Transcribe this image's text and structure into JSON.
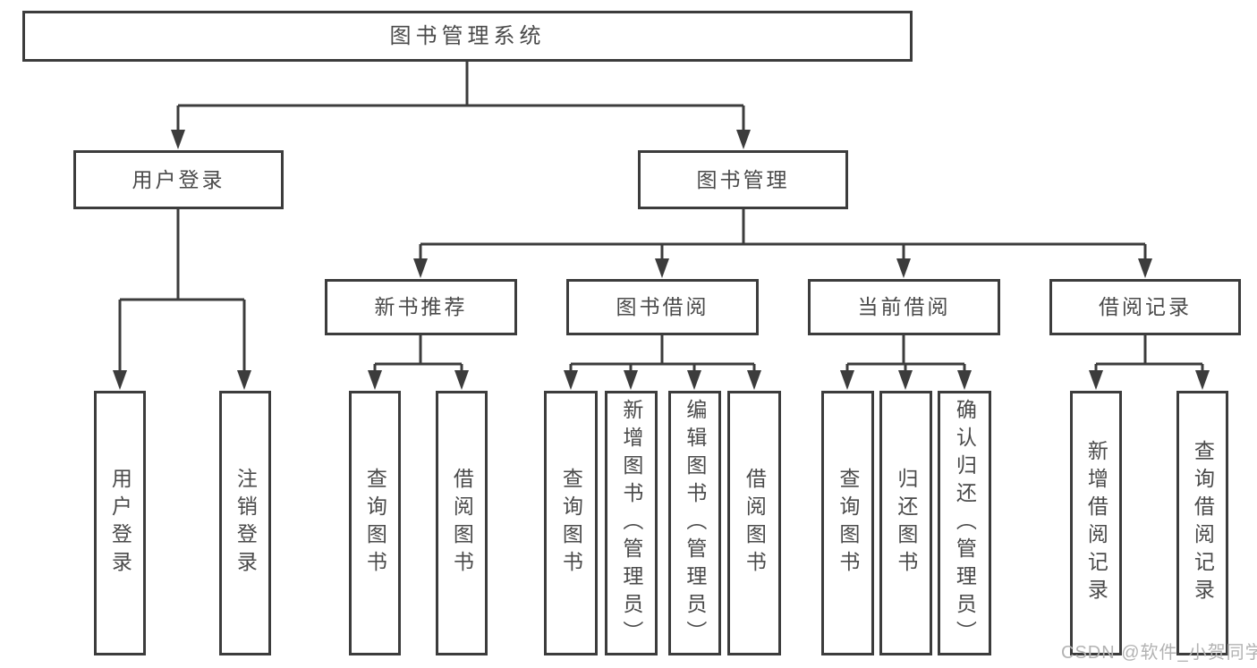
{
  "diagram_title": "图书管理系统",
  "tree": {
    "label": "图书管理系统",
    "children": [
      {
        "label": "用户登录",
        "children": [
          {
            "label": "用户登录"
          },
          {
            "label": "注销登录"
          }
        ]
      },
      {
        "label": "图书管理",
        "children": [
          {
            "label": "新书推荐",
            "children": [
              {
                "label": "查询图书"
              },
              {
                "label": "借阅图书"
              }
            ]
          },
          {
            "label": "图书借阅",
            "children": [
              {
                "label": "查询图书"
              },
              {
                "label": "新增图书（管理员）"
              },
              {
                "label": "编辑图书（管理员）"
              },
              {
                "label": "借阅图书"
              }
            ]
          },
          {
            "label": "当前借阅",
            "children": [
              {
                "label": "查询图书"
              },
              {
                "label": "归还图书"
              },
              {
                "label": "确认归还（管理员）"
              }
            ]
          },
          {
            "label": "借阅记录",
            "children": [
              {
                "label": "新增借阅记录"
              },
              {
                "label": "查询借阅记录"
              }
            ]
          }
        ]
      }
    ]
  },
  "watermark": {
    "text": "CSDN @软件_小贺同学"
  },
  "colors": {
    "line": "#3c3c3c",
    "box_border": "#3c3c3c",
    "text": "#4a4a4a",
    "watermark": "#b3b3b3",
    "background": "#ffffff"
  }
}
